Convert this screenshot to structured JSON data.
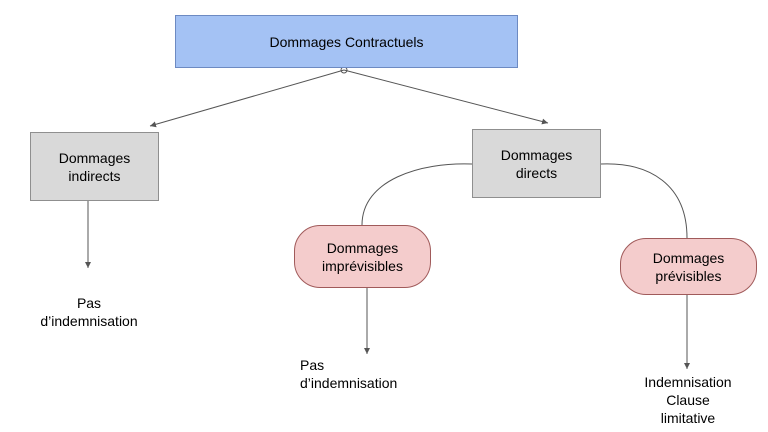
{
  "diagram": {
    "root": {
      "label": "Dommages Contractuels"
    },
    "branches": {
      "indirect": {
        "line1": "Dommages",
        "line2": "indirects"
      },
      "direct": {
        "line1": "Dommages",
        "line2": "directs"
      }
    },
    "sub_branches": {
      "unforeseeable": {
        "line1": "Dommages",
        "line2": "imprévisibles"
      },
      "foreseeable": {
        "line1": "Dommages",
        "line2": "prévisibles"
      }
    },
    "leaves": {
      "indirect_outcome": {
        "line1": "Pas",
        "line2": "d’indemnisation"
      },
      "unforeseeable_outcome": {
        "line1": "Pas",
        "line2": "d’indemnisation"
      },
      "foreseeable_outcome": {
        "line1": "Indemnisation",
        "line2": "Clause",
        "line3": "limitative"
      }
    },
    "colors": {
      "root_fill": "#a4c2f4",
      "branch_fill": "#d9d9d9",
      "sub_branch_fill": "#f4cccc",
      "connector": "#555555"
    }
  }
}
